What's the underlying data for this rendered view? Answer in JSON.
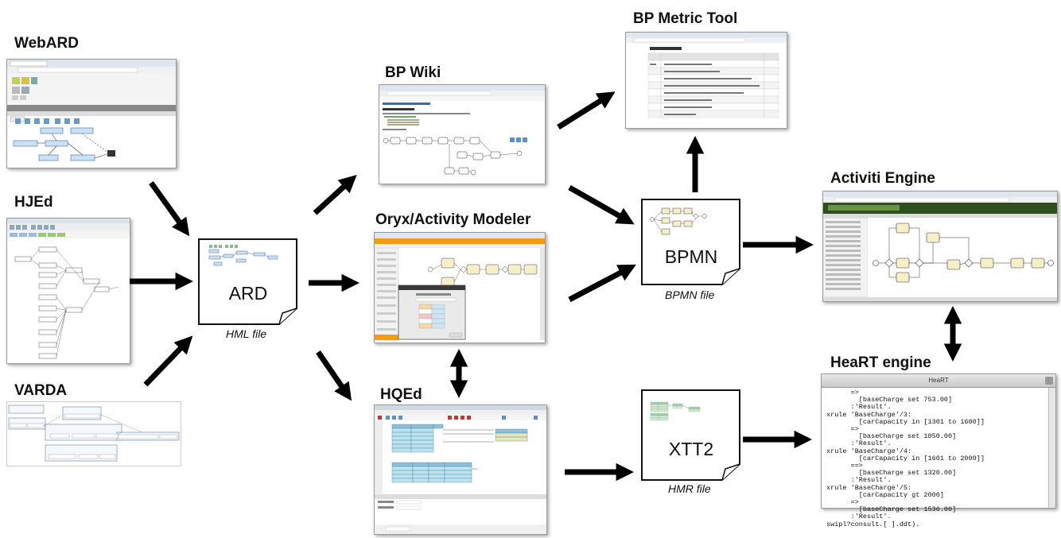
{
  "tools": {
    "webard": "WebARD",
    "hjed": "HJEd",
    "varda": "VARDA",
    "bpwiki": "BP Wiki",
    "oryx": "Oryx/Activity Modeler",
    "hqed": "HQEd",
    "bpmetric": "BP Metric Tool",
    "activiti": "Activiti Engine",
    "heart": "HeaRT engine"
  },
  "documents": {
    "ard": {
      "title": "ARD",
      "caption": "HML file"
    },
    "bpmn": {
      "title": "BPMN",
      "caption": "BPMN file"
    },
    "xtt2": {
      "title": "XTT2",
      "caption": "HMR file"
    }
  },
  "heart_terminal": {
    "window_title": "HeaRT",
    "text": "      =>\n        [baseCharge set 753.00]\n      :'Result'.\nxrule 'BaseCharge'/3:\n        [carCapacity in [1301 to 1600]]\n      =>\n        [baseCharge set 1050.00]\n      :'Result'.\nxrule 'BaseCharge'/4:\n        [carCapacity in [1601 to 2000]]\n      ==>\n        [baseCharge set 1320.00]\n      :'Result'.\nxrule 'BaseCharge'/5:\n        [carCapacity gt 2000]\n      =>\n        [baseCharge set 1536.00]\n      :'Result'.\nswipl?consult.[ ].ddt)."
  },
  "colors": {
    "arrow": "#000000",
    "bpmn_task": "#f5f0c8",
    "hqed_cell": "#bfe3ee",
    "activiti_bar": "#2f4f1f"
  }
}
